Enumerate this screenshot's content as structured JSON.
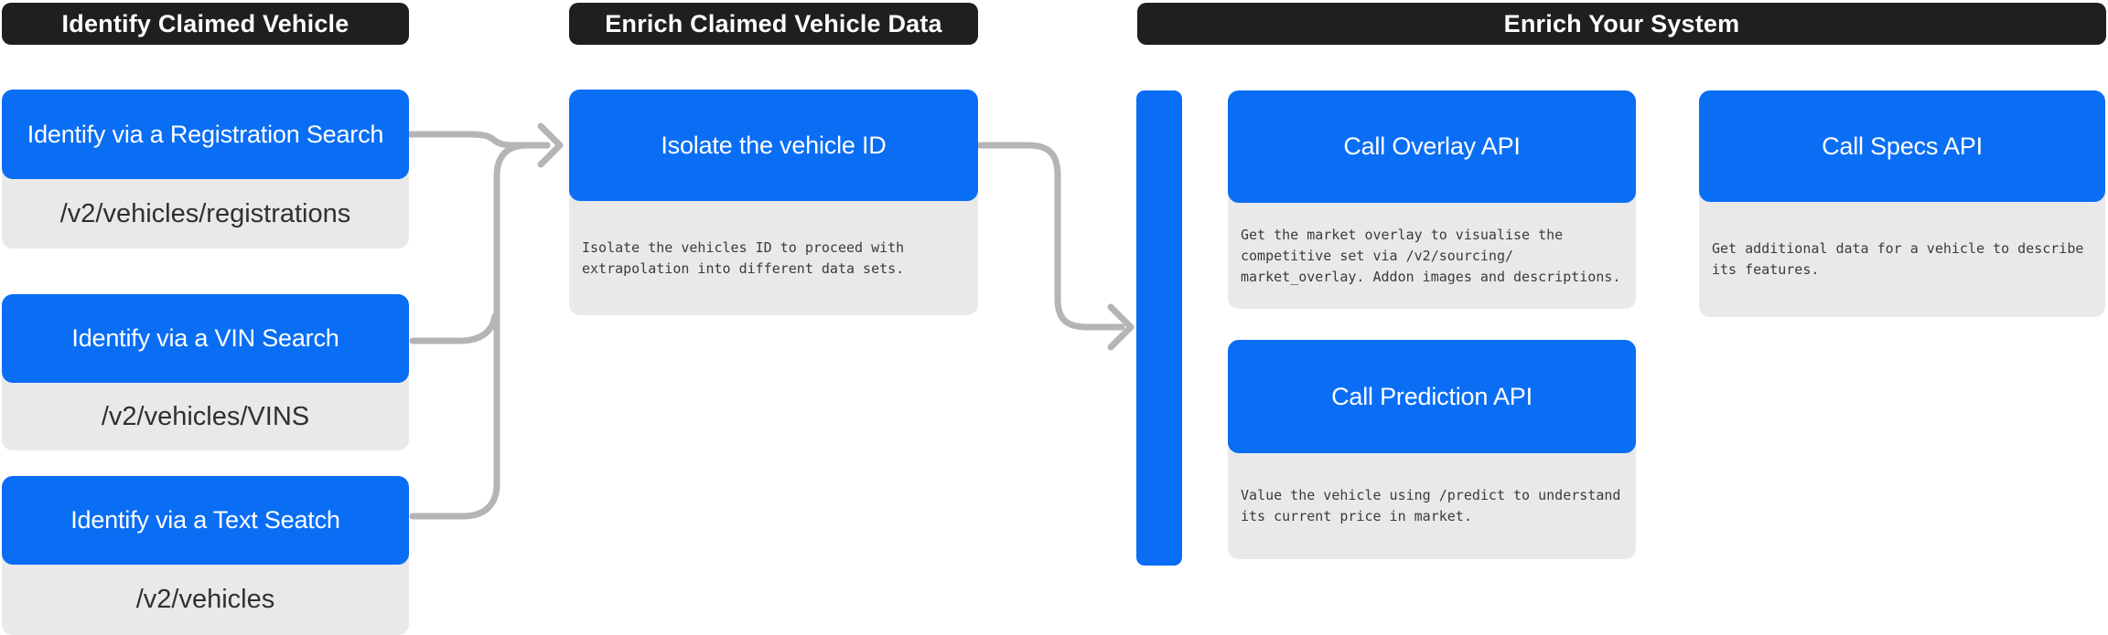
{
  "diagram": {
    "sections": {
      "identify": {
        "header": "Identify Claimed Vehicle"
      },
      "enrich_data": {
        "header": "Enrich Claimed Vehicle Data"
      },
      "enrich_system": {
        "header": "Enrich Your System"
      }
    },
    "nodes": {
      "registration_search": {
        "title": "Identify via a Registration Search",
        "endpoint": "/v2/vehicles/registrations"
      },
      "vin_search": {
        "title": "Identify via a VIN Search",
        "endpoint": "/v2/vehicles/VINS"
      },
      "text_search": {
        "title": "Identify via a Text Seatch",
        "endpoint": "/v2/vehicles"
      },
      "isolate_vehicle_id": {
        "title": "Isolate the vehicle ID",
        "description": "Isolate the vehicles ID to proceed with\nextrapolation into different data sets."
      },
      "call_overlay_api": {
        "title": "Call Overlay API",
        "description": "Get the market overlay to visualise the\ncompetitive set via /v2/sourcing/\nmarket_overlay. Addon images and descriptions."
      },
      "call_prediction_api": {
        "title": "Call Prediction API",
        "description": "Value the vehicle using /predict to understand\nits current price in market."
      },
      "call_specs_api": {
        "title": "Call Specs API",
        "description": "Get additional data for a vehicle to describe\nits features."
      }
    },
    "colors": {
      "accent_blue": "#0a6ef5",
      "header_bg": "#1f1f21",
      "card_gray": "#e9e9ea",
      "connector_gray": "#b5b5b7"
    }
  }
}
